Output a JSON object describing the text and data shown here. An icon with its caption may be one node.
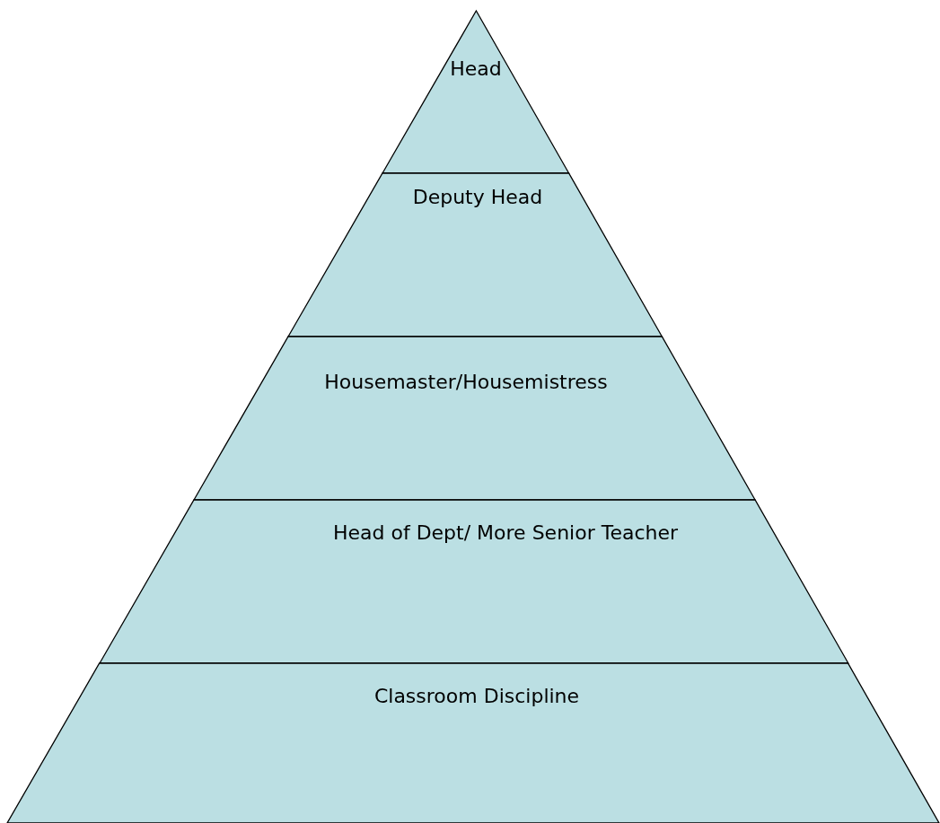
{
  "diagram": {
    "nodes": [
      {
        "text": [
          "Head"
        ]
      },
      {
        "text": [
          "Deputy Head"
        ]
      },
      {
        "text": [
          "Housemaster/Housemistress"
        ]
      },
      {
        "text": [
          "Head of Dept/ More Senior Teacher"
        ]
      },
      {
        "text": [
          "Classroom Discipline"
        ]
      }
    ]
  }
}
